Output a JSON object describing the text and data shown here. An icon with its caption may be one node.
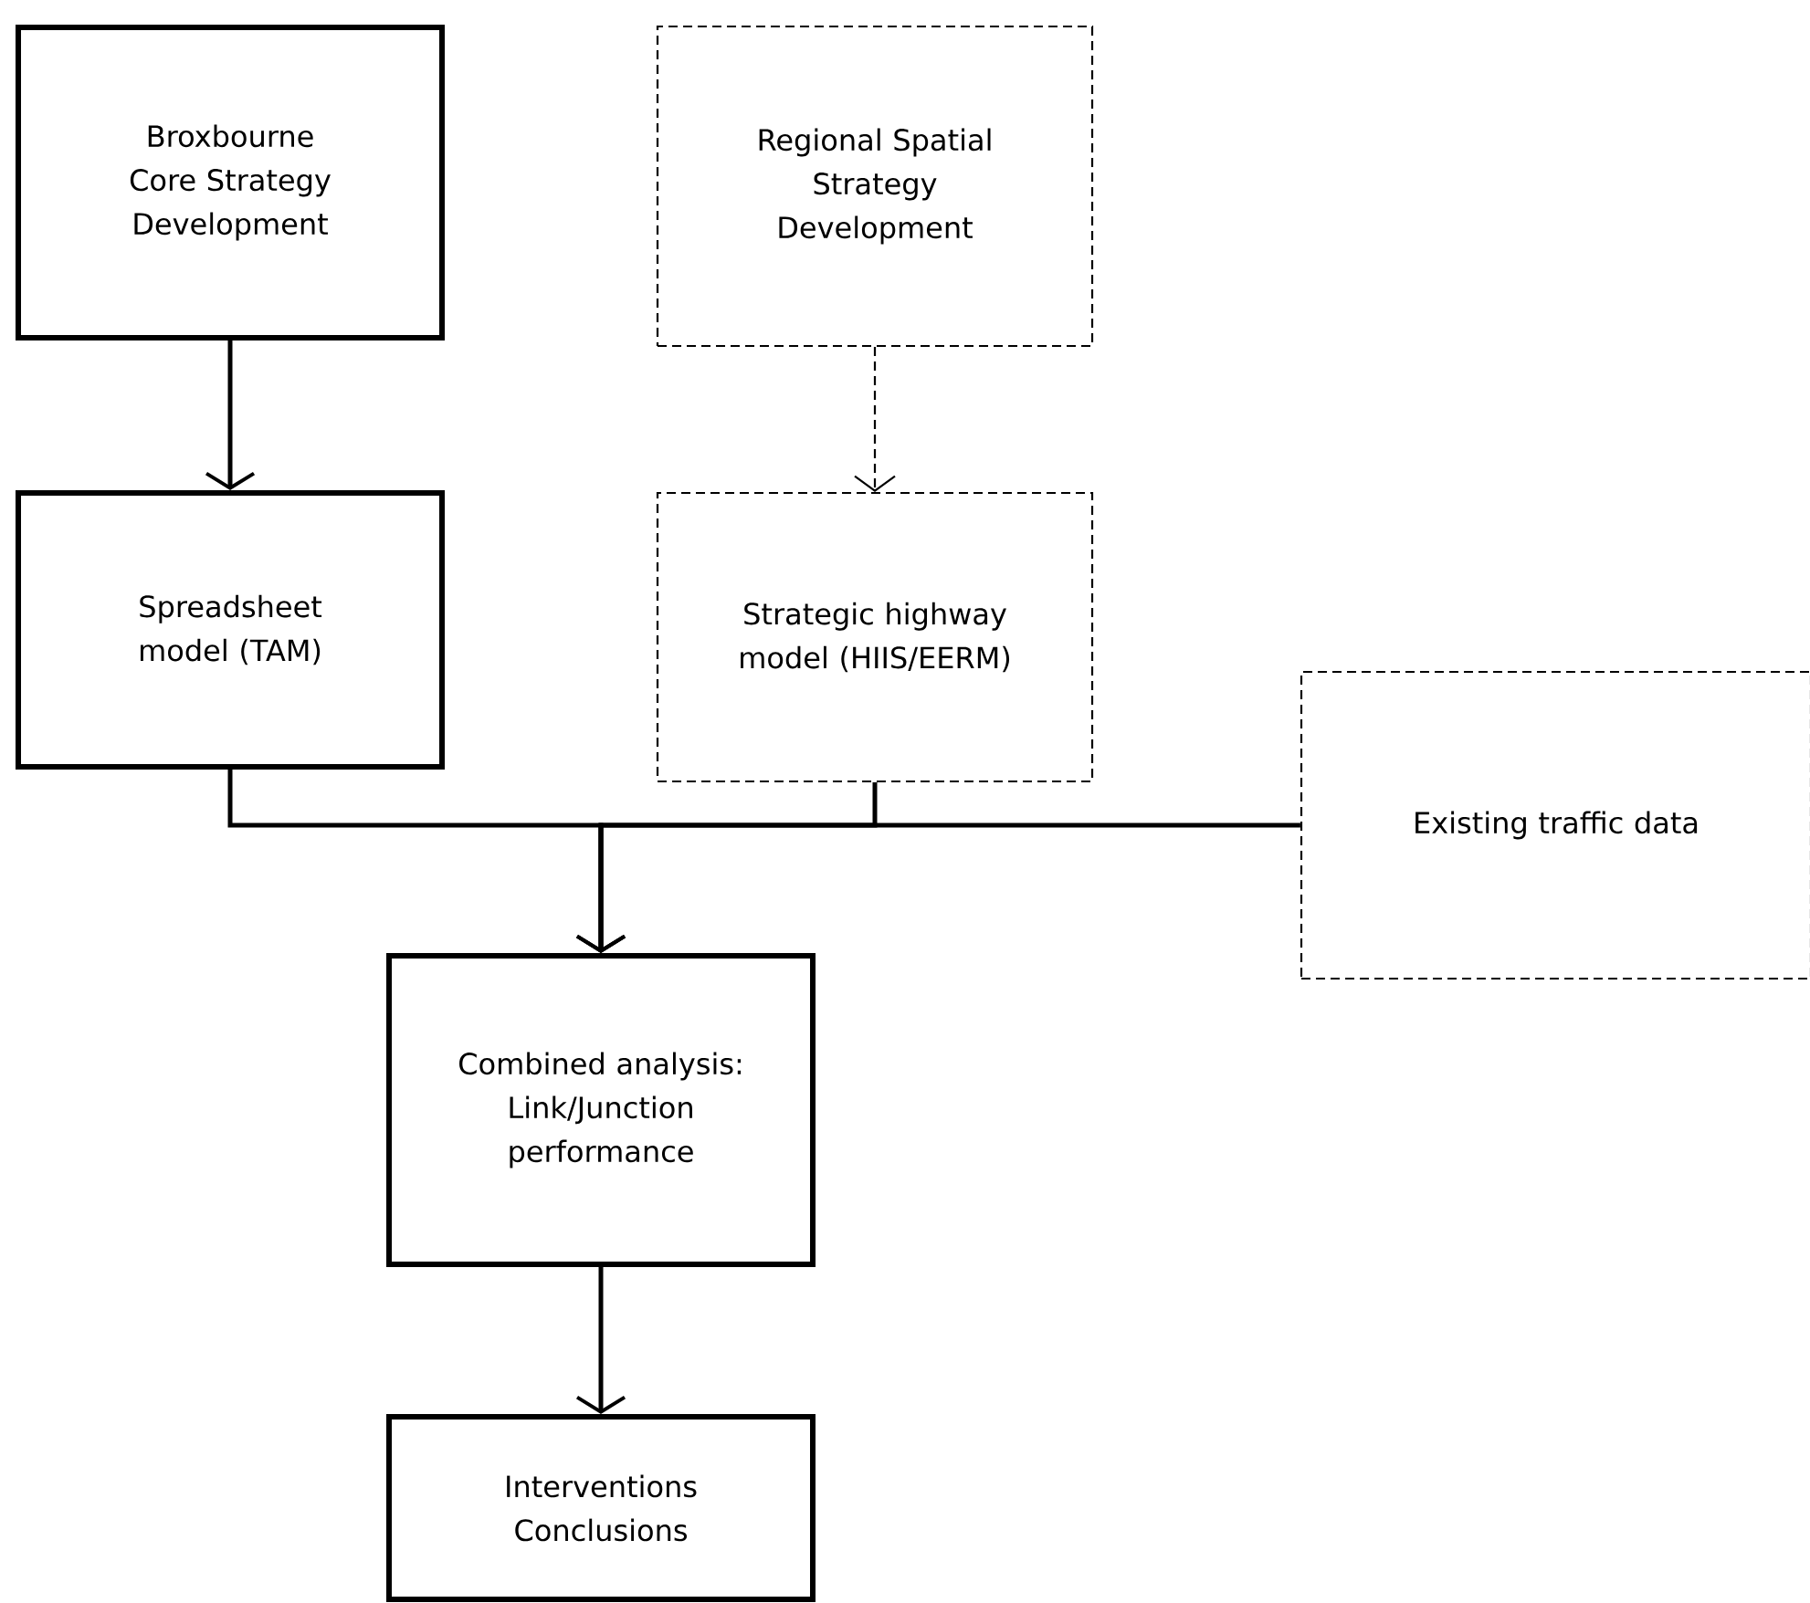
{
  "diagram": {
    "nodes": [
      {
        "text": [
          "Broxbourne Core Strategy Development"
        ]
      },
      {
        "text": [
          "Regional Spatial Strategy Development"
        ]
      },
      {
        "text": [
          "Spreadsheet model (TAM)"
        ]
      },
      {
        "text": [
          "Strategic highway model (HIIS/EERM)"
        ]
      },
      {
        "text": [
          "Existing traffic data"
        ]
      },
      {
        "text": [
          "Combined analysis: Link/Junction performance"
        ]
      },
      {
        "text": [
          "Interventions Conclusions"
        ]
      }
    ],
    "edges": [
      {
        "from": 0,
        "to": 2,
        "arrow": "to"
      },
      {
        "from": 1,
        "to": 3,
        "arrow": "to",
        "style": "dashed"
      },
      {
        "from": 2,
        "to": 5,
        "arrow": "to"
      },
      {
        "from": 3,
        "to": 5,
        "arrow": "to"
      },
      {
        "from": 4,
        "to": 5,
        "arrow": "to"
      },
      {
        "from": 5,
        "to": 6,
        "arrow": "to"
      }
    ]
  }
}
